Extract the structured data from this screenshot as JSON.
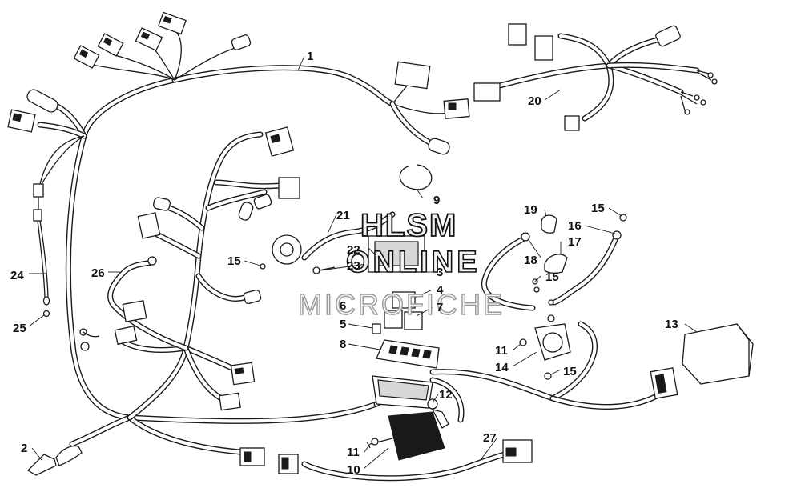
{
  "watermark": {
    "line1": "HLSM",
    "line2": "ONLINE",
    "line3": "MICROFICHE"
  },
  "callouts": [
    {
      "id": "c1",
      "label": "1"
    },
    {
      "id": "c2",
      "label": "2"
    },
    {
      "id": "c3",
      "label": "3"
    },
    {
      "id": "c4",
      "label": "4"
    },
    {
      "id": "c5",
      "label": "5"
    },
    {
      "id": "c6",
      "label": "6"
    },
    {
      "id": "c7",
      "label": "7"
    },
    {
      "id": "c8",
      "label": "8"
    },
    {
      "id": "c9",
      "label": "9"
    },
    {
      "id": "c10",
      "label": "10"
    },
    {
      "id": "c11a",
      "label": "11"
    },
    {
      "id": "c11b",
      "label": "11"
    },
    {
      "id": "c12",
      "label": "12"
    },
    {
      "id": "c13",
      "label": "13"
    },
    {
      "id": "c14",
      "label": "14"
    },
    {
      "id": "c15a",
      "label": "15"
    },
    {
      "id": "c15b",
      "label": "15"
    },
    {
      "id": "c15c",
      "label": "15"
    },
    {
      "id": "c15d",
      "label": "15"
    },
    {
      "id": "c16",
      "label": "16"
    },
    {
      "id": "c17",
      "label": "17"
    },
    {
      "id": "c18",
      "label": "18"
    },
    {
      "id": "c19",
      "label": "19"
    },
    {
      "id": "c20",
      "label": "20"
    },
    {
      "id": "c21",
      "label": "21"
    },
    {
      "id": "c22",
      "label": "22"
    },
    {
      "id": "c23",
      "label": "23"
    },
    {
      "id": "c24",
      "label": "24"
    },
    {
      "id": "c25",
      "label": "25"
    },
    {
      "id": "c26",
      "label": "26"
    },
    {
      "id": "c27",
      "label": "27"
    }
  ]
}
